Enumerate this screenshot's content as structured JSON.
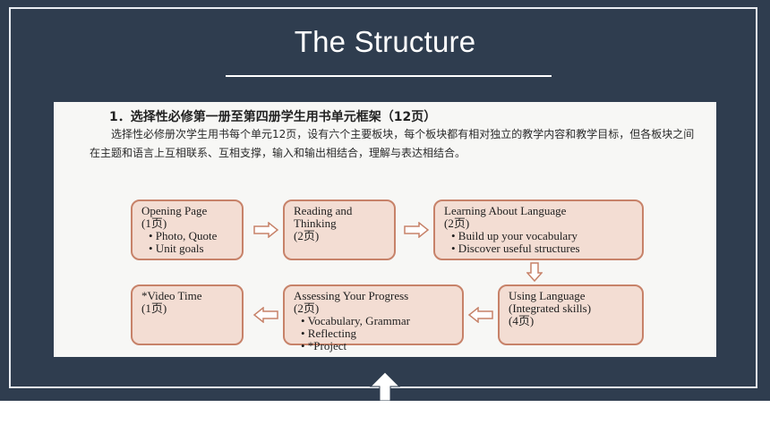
{
  "slide": {
    "title": "The Structure"
  },
  "doc": {
    "heading": "1．选择性必修第一册至第四册学生用书单元框架（12页）",
    "paragraph": "选择性必修册次学生用书每个单元12页，设有六个主要板块，每个板块都有相对独立的教学内容和教学目标，但各板块之间在主题和语言上互相联系、互相支撑，输入和输出相结合，理解与表达相结合。"
  },
  "flow": {
    "opening": {
      "title": "Opening Page",
      "pages": "(1页)",
      "bullets": [
        "• Photo, Quote",
        "• Unit goals"
      ]
    },
    "reading": {
      "title": "Reading and",
      "title2": "Thinking",
      "pages": "(2页)"
    },
    "learning": {
      "title": "Learning About Language",
      "pages": "(2页)",
      "bullets": [
        "• Build up your vocabulary",
        "• Discover useful structures"
      ]
    },
    "using": {
      "title": "Using Language",
      "subtitle": "(Integrated  skills)",
      "pages": "(4页)"
    },
    "assessing": {
      "title": "Assessing Your Progress",
      "pages": "(2页)",
      "bullets": [
        "• Vocabulary, Grammar",
        "• Reflecting",
        "• *Project"
      ]
    },
    "video": {
      "title": "*Video Time",
      "pages": "(1页)"
    }
  },
  "colors": {
    "background": "#2f3d4f",
    "box_fill": "#f3ddd3",
    "box_border": "#c78269"
  }
}
